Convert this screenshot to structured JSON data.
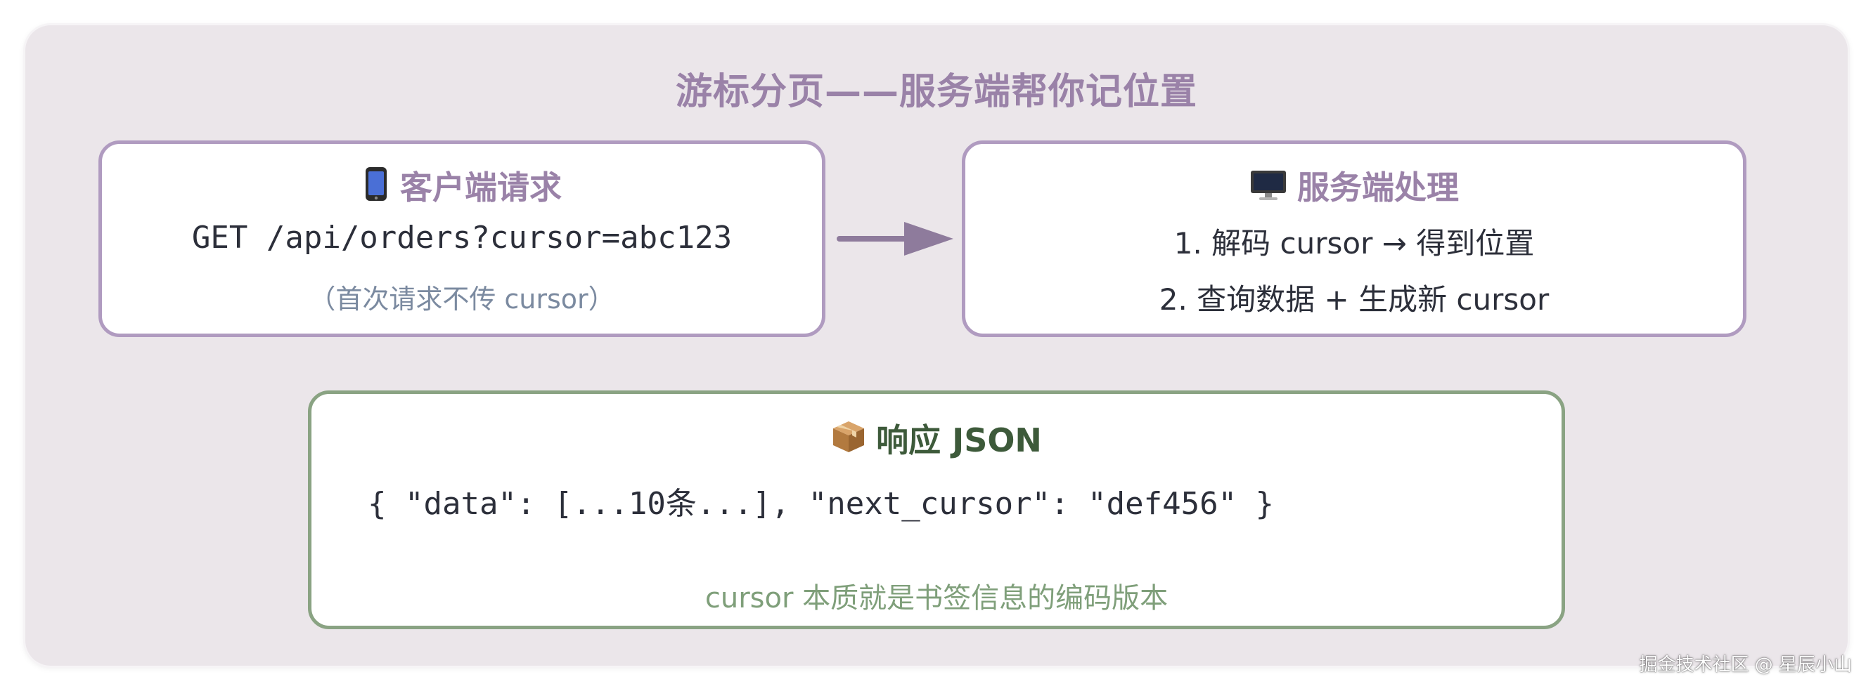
{
  "title": "游标分页——服务端帮你记位置",
  "client": {
    "icon": "mobile-phone-icon",
    "heading": "客户端请求",
    "request": "GET /api/orders?cursor=abc123",
    "note": "（首次请求不传 cursor）"
  },
  "server": {
    "icon": "desktop-computer-icon",
    "heading": "服务端处理",
    "steps": [
      "1. 解码 cursor → 得到位置",
      "2. 查询数据 + 生成新 cursor"
    ]
  },
  "response": {
    "icon": "package-icon",
    "heading": "响应 JSON",
    "json": "{ \"data\": [...10条...], \"next_cursor\": \"def456\" }",
    "note": "cursor 本质就是书签信息的编码版本"
  },
  "watermark": "掘金技术社区 @ 星辰小山",
  "colors": {
    "background": "#ebe6ea",
    "purple_accent": "#9a82a8",
    "green_accent": "#8aa383",
    "arrow": "#8e7b9c"
  }
}
